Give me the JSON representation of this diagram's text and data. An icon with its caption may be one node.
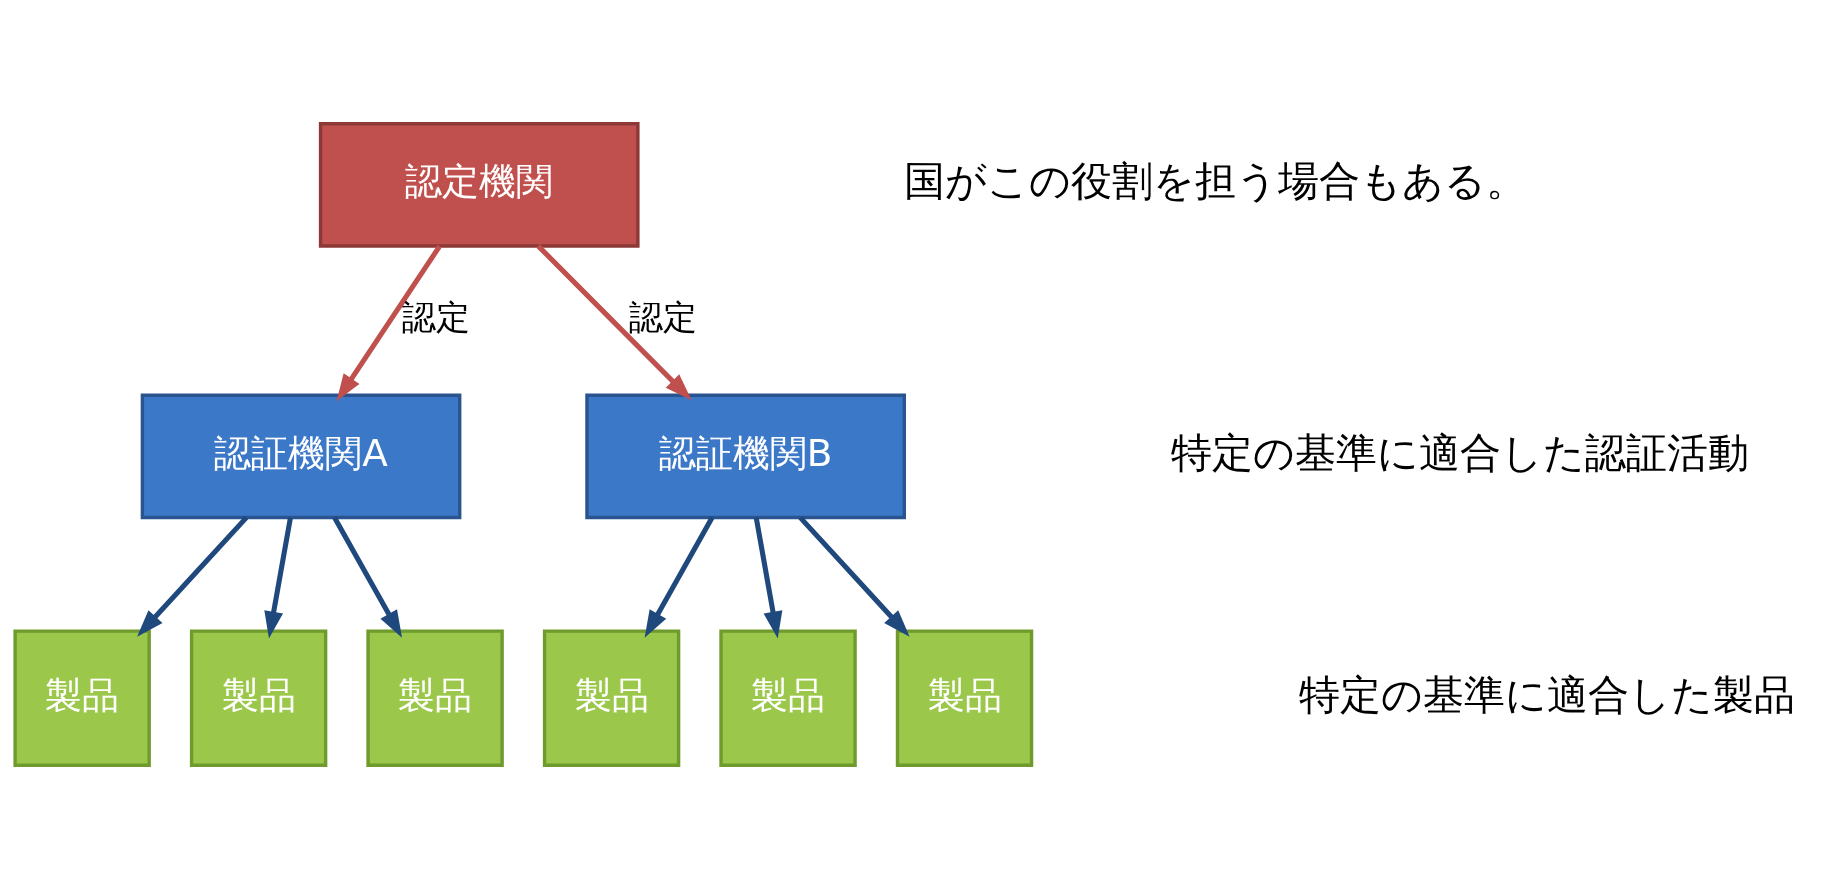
{
  "diagram": {
    "nodes": [
      {
        "text": [
          "認定機関"
        ]
      },
      {
        "text": [
          "認証機関A"
        ]
      },
      {
        "text": [
          "認証機関B"
        ]
      },
      {
        "text": [
          "製品"
        ]
      },
      {
        "text": [
          "製品"
        ]
      },
      {
        "text": [
          "製品"
        ]
      },
      {
        "text": [
          "製品"
        ]
      },
      {
        "text": [
          "製品"
        ]
      },
      {
        "text": [
          "製品"
        ]
      }
    ],
    "edges": [
      {
        "from": 0,
        "to": 1,
        "arrow": "to",
        "label": "認定",
        "color": "#c0504d"
      },
      {
        "from": 0,
        "to": 2,
        "arrow": "to",
        "label": "認定",
        "color": "#c0504d"
      },
      {
        "from": 1,
        "to": 3,
        "arrow": "to"
      },
      {
        "from": 1,
        "to": 4,
        "arrow": "to"
      },
      {
        "from": 1,
        "to": 5,
        "arrow": "to"
      },
      {
        "from": 2,
        "to": 6,
        "arrow": "to"
      },
      {
        "from": 2,
        "to": 7,
        "arrow": "to"
      },
      {
        "from": 2,
        "to": 8,
        "arrow": "to"
      }
    ],
    "labels": [
      "国がこの役割を担う場合もある。",
      "特定の基準に適合した認証活動",
      "特定の基準に適合した製品"
    ]
  }
}
